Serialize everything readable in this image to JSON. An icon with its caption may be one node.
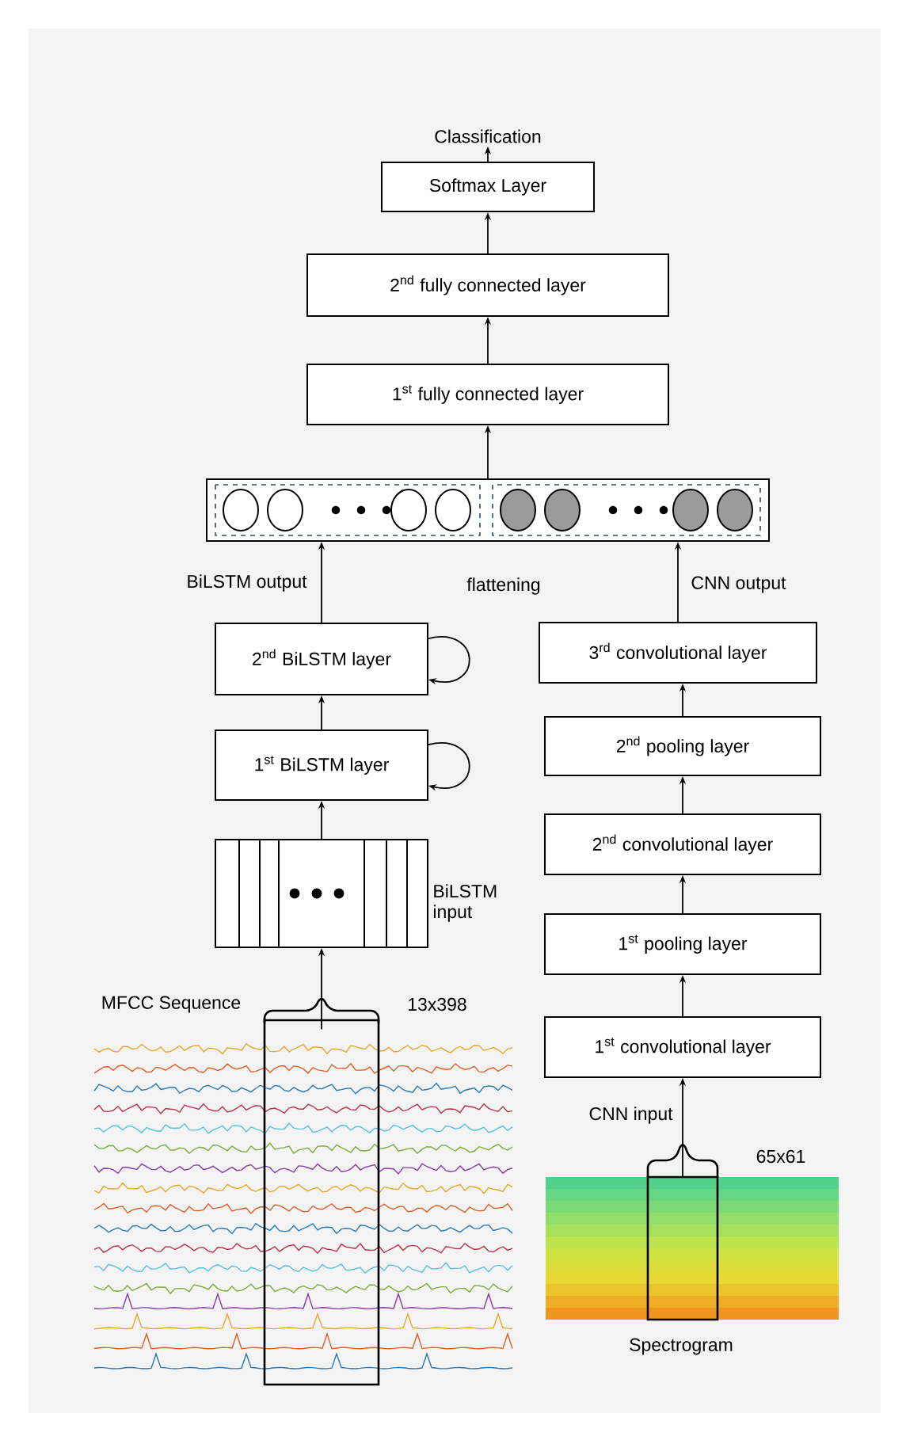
{
  "diagram": {
    "nodes": [
      {
        "text": [
          "Classification"
        ]
      },
      {
        "text": [
          "Softmax Layer"
        ]
      },
      {
        "text": [
          "2$^{nd}$ fully connected layer"
        ]
      },
      {
        "text": [
          "1$^{st}$ fully connected layer"
        ]
      },
      {
        "text": [],
        "shape": "box"
      },
      {
        "text": [
          "2$^{nd}$ BiLSTM layer"
        ]
      },
      {
        "text": [
          "1$^{st}$ BiLSTM layer"
        ]
      },
      {
        "text": [],
        "shape": "box",
        "beside": [
          "BiLSTM input"
        ]
      },
      {
        "text": [],
        "shape": "picture",
        "beside": [
          "MFCC Sequence",
          "13x398"
        ]
      },
      {
        "text": [
          "3$^{rd}$ convolutional layer"
        ]
      },
      {
        "text": [
          "2$^{nd}$ pooling layer"
        ]
      },
      {
        "text": [
          "2$^{nd}$ convolutional layer"
        ]
      },
      {
        "text": [
          "1$^{st}$ pooling layer"
        ]
      },
      {
        "text": [
          "1$^{st}$ convolutional layer"
        ]
      },
      {
        "text": [],
        "shape": "picture",
        "beside": [
          "65x61",
          "Spectrogram"
        ]
      }
    ],
    "edges": [
      {
        "from": 1,
        "to": 0,
        "arrow": "to"
      },
      {
        "from": 2,
        "to": 1,
        "arrow": "to"
      },
      {
        "from": 3,
        "to": 2,
        "arrow": "to"
      },
      {
        "from": 4,
        "to": 3,
        "arrow": "to"
      },
      {
        "from": 5,
        "to": 4,
        "arrow": "to",
        "label": "BiLSTM output"
      },
      {
        "from": 5,
        "to": 5,
        "arrow": "to"
      },
      {
        "from": 6,
        "to": 5,
        "arrow": "to"
      },
      {
        "from": 6,
        "to": 6,
        "arrow": "to"
      },
      {
        "from": 7,
        "to": 6,
        "arrow": "to"
      },
      {
        "from": 8,
        "to": 7,
        "arrow": "to"
      },
      {
        "from": 9,
        "to": 4,
        "arrow": "to",
        "label": "CNN output"
      },
      {
        "from": 10,
        "to": 9,
        "arrow": "to"
      },
      {
        "from": 11,
        "to": 10,
        "arrow": "to"
      },
      {
        "from": 12,
        "to": 11,
        "arrow": "to"
      },
      {
        "from": 13,
        "to": 12,
        "arrow": "to"
      },
      {
        "from": 14,
        "to": 13,
        "arrow": "to",
        "label": "CNN input"
      }
    ],
    "labels": [
      "flattening"
    ]
  }
}
